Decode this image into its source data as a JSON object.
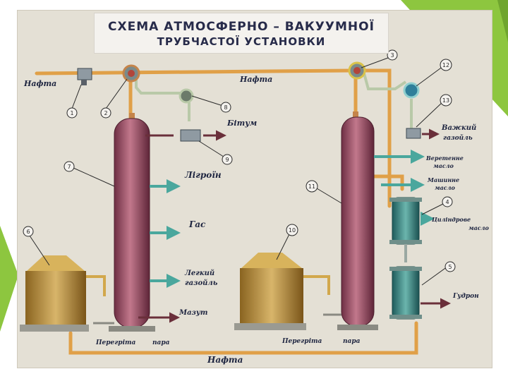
{
  "title": {
    "line1": "СХЕМА АТМОСФЕРНО – ВАКУУМНОЇ",
    "line2": "ТРУБЧАСТОЇ УСТАНОВКИ"
  },
  "streams": {
    "nafta_in": "Нафта",
    "nafta_top": "Нафта",
    "nafta_bottom": "Нафта",
    "bitum": "Бітум",
    "lihroin": "Лігроїн",
    "gas": "Гас",
    "lehkyi_1": "Легкий",
    "lehkyi_2": "газойль",
    "mazut": "Мазут",
    "steam_1a": "Перегріта",
    "steam_1b": "пара",
    "steam_2a": "Перегріта",
    "steam_2b": "пара",
    "vazhkyi_1": "Важкий",
    "vazhkyi_2": "газойль",
    "veret_1": "Веретенне",
    "veret_2": "масло",
    "mashyn_1": "Машинне",
    "mashyn_2": "масло",
    "cylind_1": "Циліндрове",
    "cylind_2": "масло",
    "hudron": "Гудрон"
  },
  "numbers": [
    "1",
    "2",
    "3",
    "4",
    "5",
    "6",
    "7",
    "8",
    "9",
    "10",
    "11",
    "12",
    "13"
  ],
  "colors": {
    "pipe": "#e0a048",
    "column": "#a04f66",
    "tank": "#c9a04a",
    "heat_exchanger": "#3f8d8a",
    "arrow_teal": "#4aa79d",
    "accent_green": "#8dc63f"
  }
}
